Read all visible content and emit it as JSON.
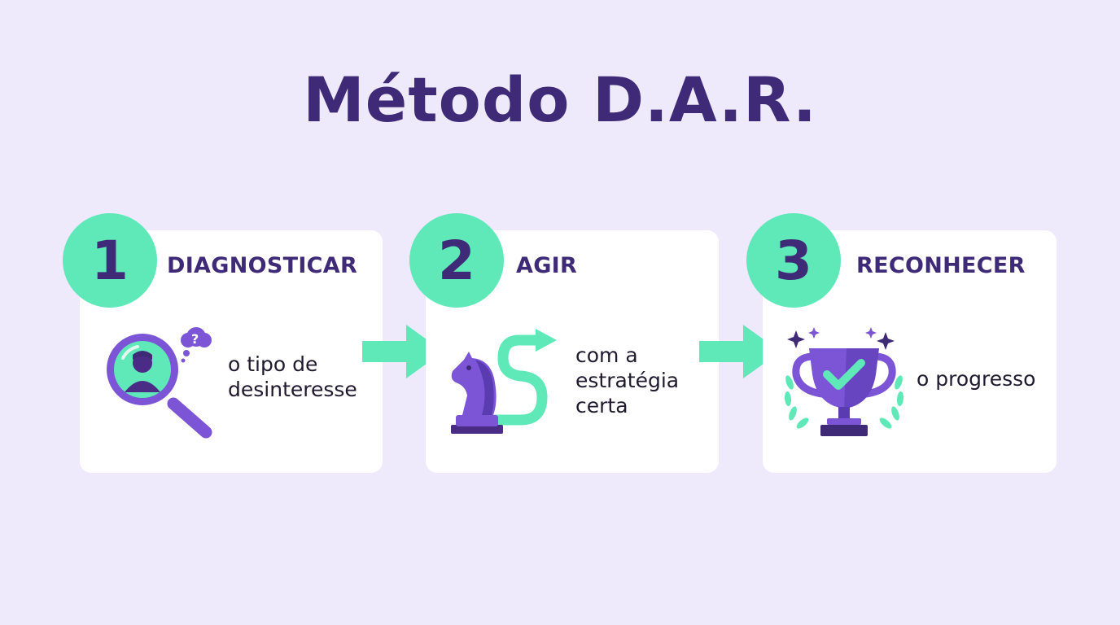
{
  "title": "Método D.A.R.",
  "colors": {
    "background": "#EEEAFB",
    "accent_mint": "#5FE8B8",
    "brand_purple": "#3F2A78",
    "icon_purple": "#7B55D6"
  },
  "steps": [
    {
      "number": "1",
      "label": "DIAGNOSTICAR",
      "description": "o tipo de\ndesinteresse",
      "icon": "magnifier-person-icon"
    },
    {
      "number": "2",
      "label": "AGIR",
      "description": "com a\nestratégia\ncerta",
      "icon": "chess-knight-icon"
    },
    {
      "number": "3",
      "label": "RECONHECER",
      "description": "o progresso",
      "icon": "trophy-icon"
    }
  ]
}
